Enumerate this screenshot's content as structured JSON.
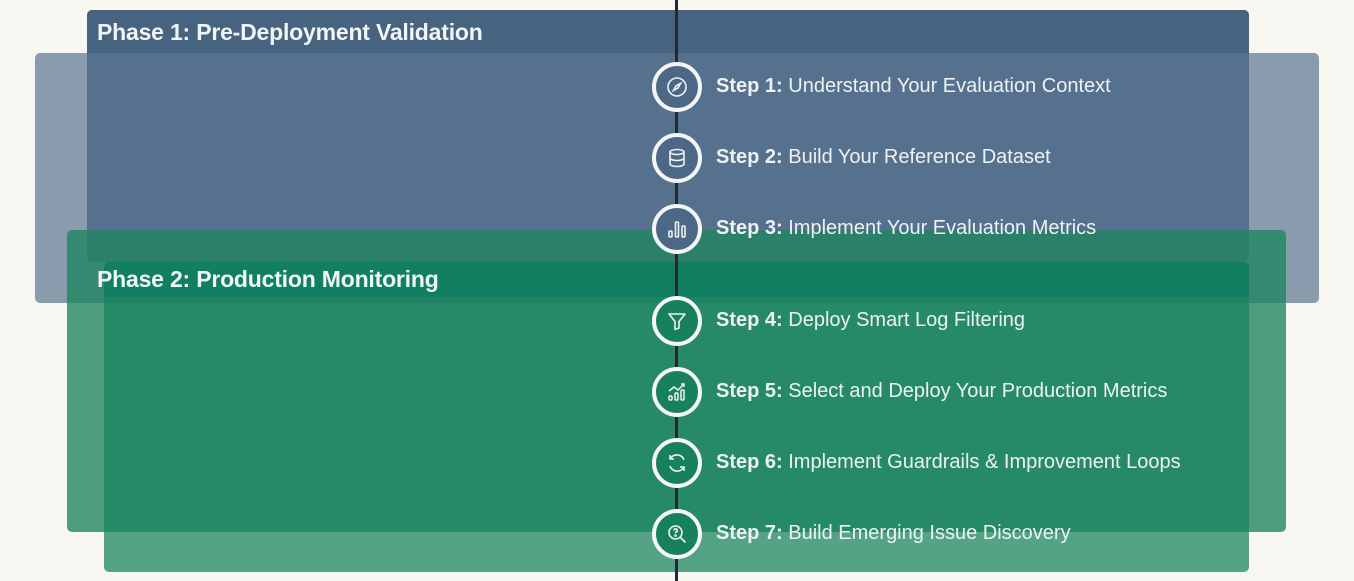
{
  "colors": {
    "background": "#f8f6f0",
    "phase1_header": "#46637f",
    "phase1_body": "#56718d",
    "phase1_outer": "#8a9bad",
    "phase2_header": "#108060",
    "phase2_body": "#1e8a66",
    "phase2_outer": "#4fa07f",
    "spine": "#1f2a33",
    "text": "#eef2f4"
  },
  "phases": [
    {
      "title": "Phase 1: Pre-Deployment Validation",
      "steps": [
        {
          "label": "Step 1:",
          "text": "Understand Your Evaluation Context",
          "icon": "compass-icon"
        },
        {
          "label": "Step 2:",
          "text": "Build Your Reference Dataset",
          "icon": "database-icon"
        },
        {
          "label": "Step 3:",
          "text": "Implement Your Evaluation Metrics",
          "icon": "bar-chart-icon"
        }
      ]
    },
    {
      "title": "Phase 2: Production Monitoring",
      "steps": [
        {
          "label": "Step 4:",
          "text": "Deploy Smart Log Filtering",
          "icon": "filter-icon"
        },
        {
          "label": "Step 5:",
          "text": "Select and Deploy Your Production Metrics",
          "icon": "trending-chart-icon"
        },
        {
          "label": "Step 6:",
          "text": "Implement Guardrails & Improvement Loops",
          "icon": "refresh-icon"
        },
        {
          "label": "Step 7:",
          "text": "Build Emerging Issue Discovery",
          "icon": "search-question-icon"
        }
      ]
    }
  ]
}
